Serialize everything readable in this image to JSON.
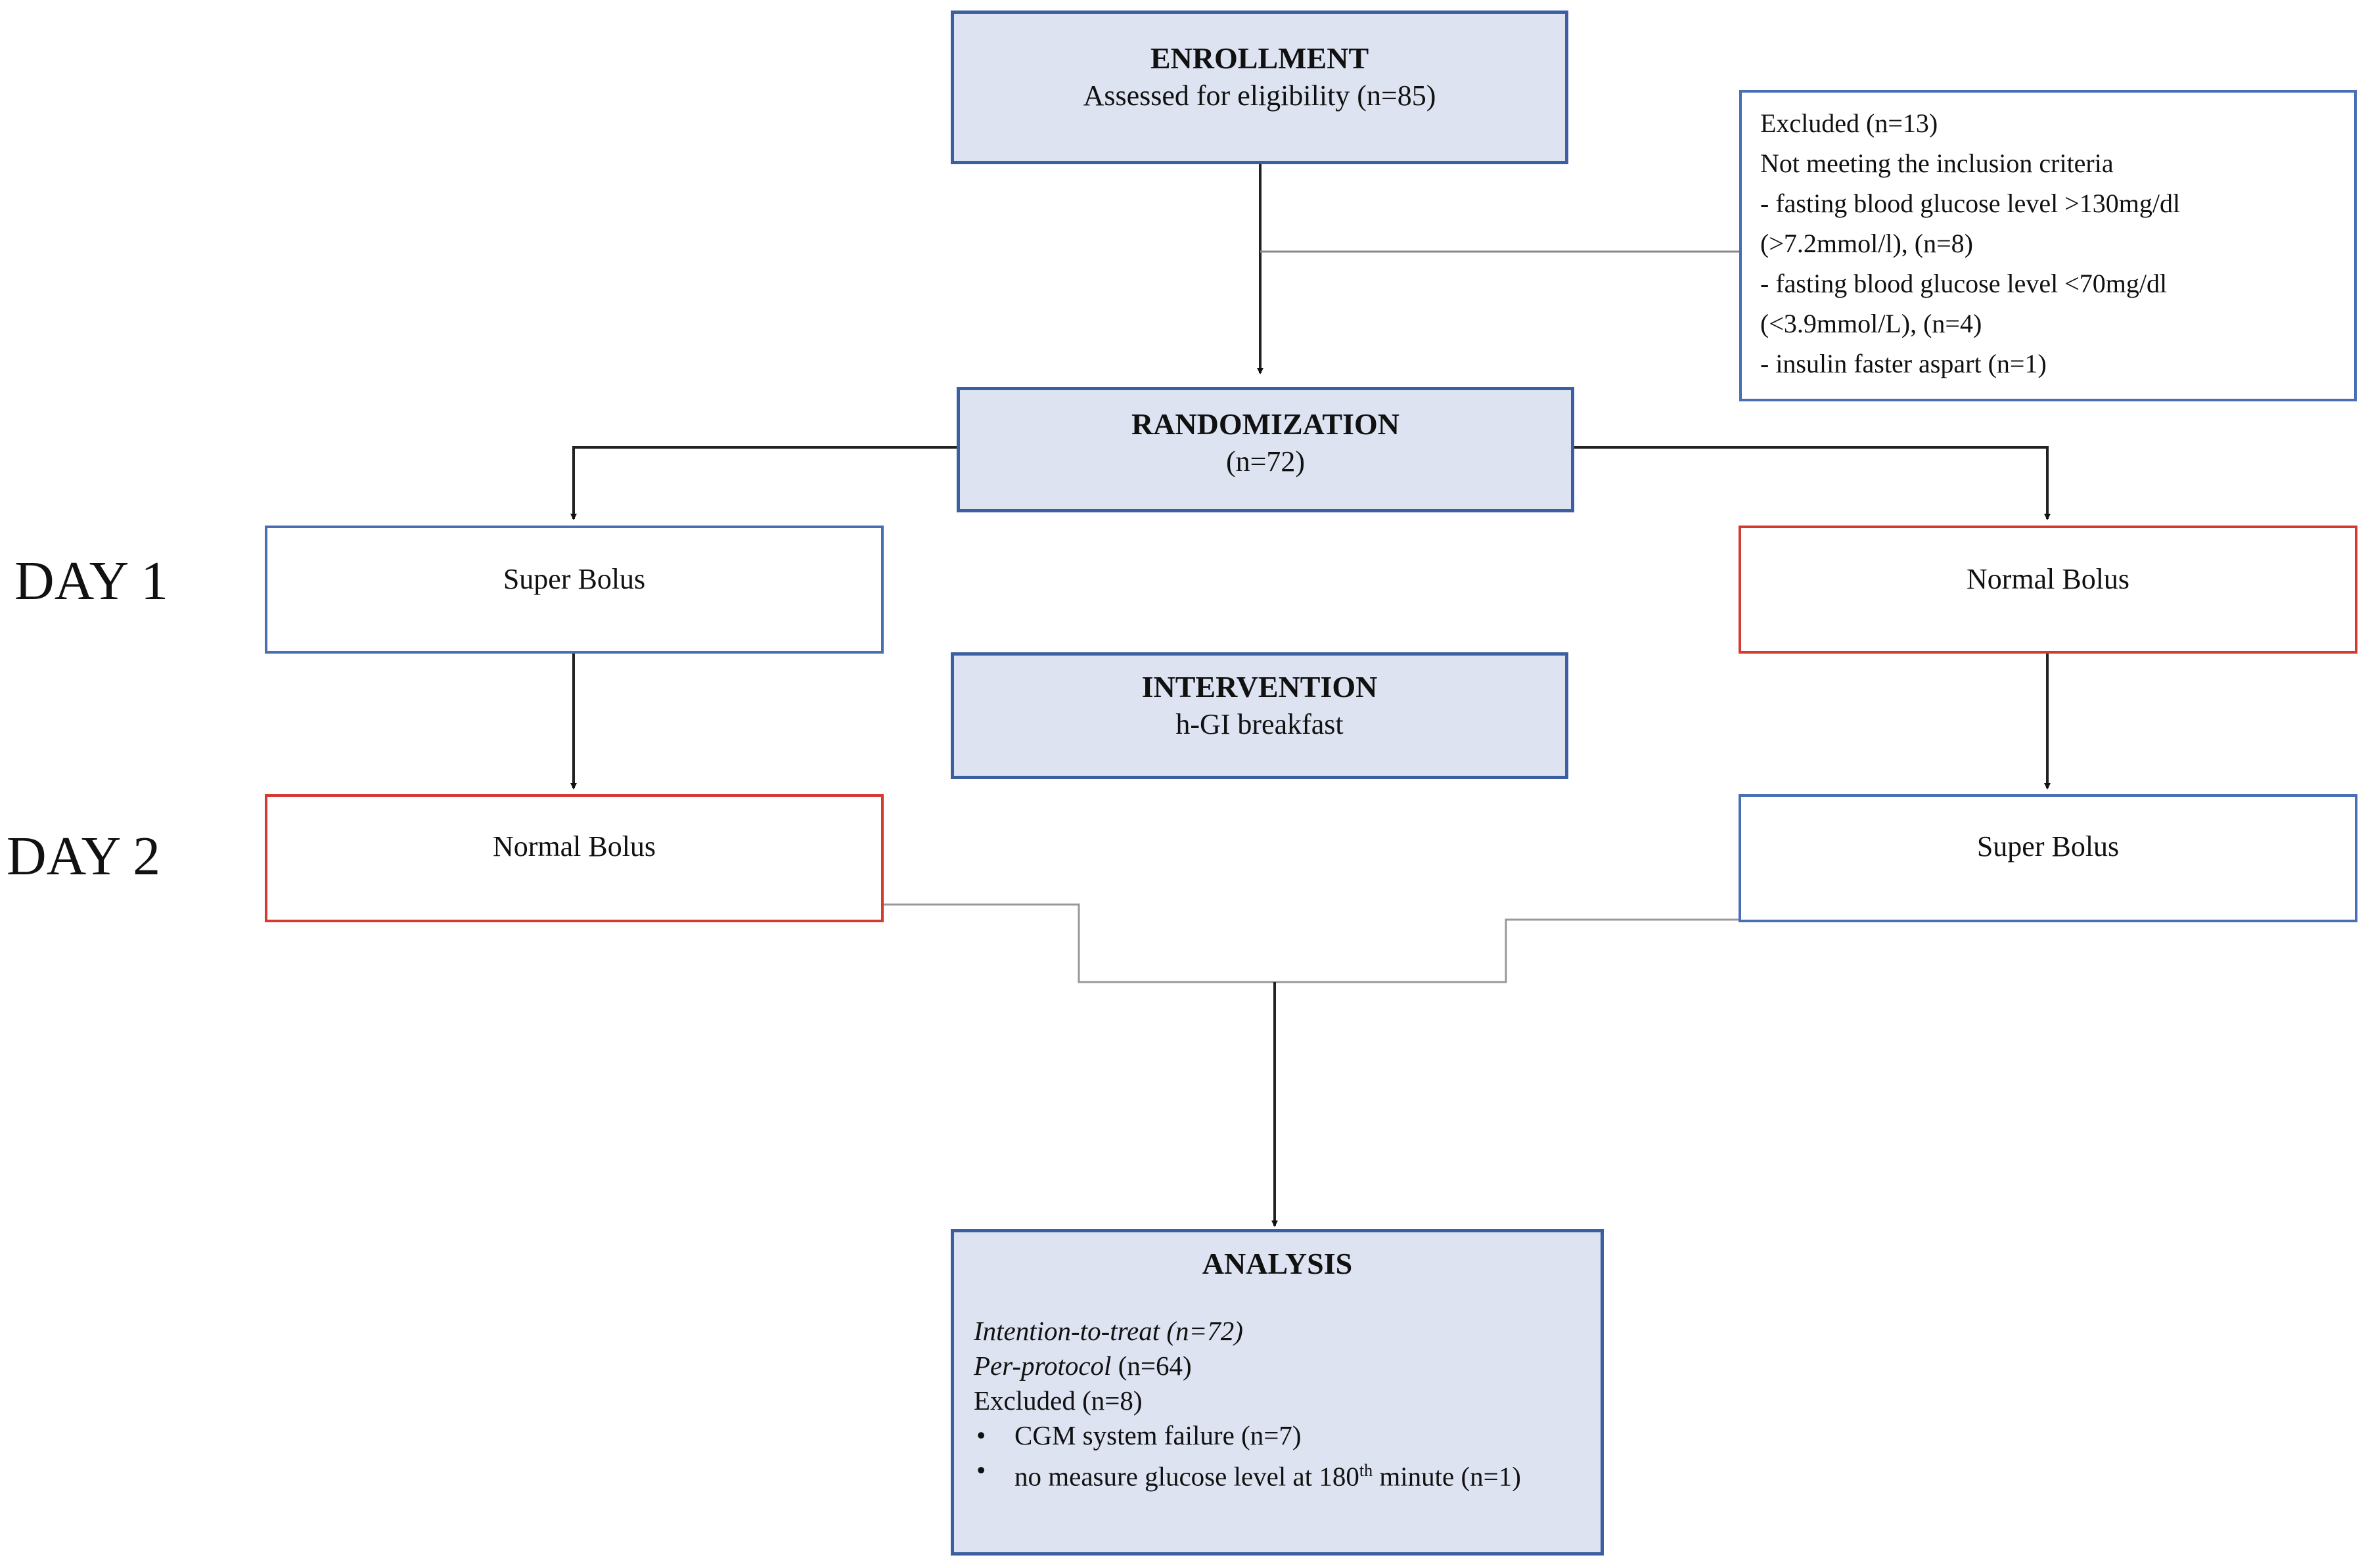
{
  "enrollment": {
    "title": "ENROLLMENT",
    "text": "Assessed for eligibility (n=85)"
  },
  "excluded": {
    "lines": [
      "Excluded (n=13)",
      "Not meeting the inclusion criteria",
      "- fasting blood glucose level >130mg/dl",
      "(>7.2mmol/l), (n=8)",
      "- fasting blood glucose level <70mg/dl",
      "(<3.9mmol/L), (n=4)",
      "- insulin faster aspart (n=1)"
    ]
  },
  "randomization": {
    "title": "RANDOMIZATION",
    "text": "(n=72)"
  },
  "days": {
    "day1": "DAY 1",
    "day2": "DAY 2"
  },
  "left_arm": {
    "day1": "Super Bolus",
    "day2": "Normal Bolus"
  },
  "right_arm": {
    "day1": "Normal Bolus",
    "day2": "Super Bolus"
  },
  "intervention": {
    "title": "INTERVENTION",
    "text": "h-GI breakfast"
  },
  "analysis": {
    "title": "ANALYSIS",
    "itt": {
      "label": "Intention-to-treat (n=72)"
    },
    "pp": {
      "label": "Per-protocol",
      "value": " (n=64)"
    },
    "excluded": "Excluded (n=8)",
    "reasons": [
      {
        "text": "CGM system failure (n=7)"
      },
      {
        "pre": "no measure glucose level at 180",
        "sup": "th",
        "post": " minute (n=1)"
      }
    ]
  },
  "colors": {
    "box_fill": "#dde3f1",
    "box_border": "#3b5fa0",
    "blue_border": "#4a6eb3",
    "red_border": "#d43a30",
    "line": "#333333",
    "thin_line": "#888888"
  }
}
